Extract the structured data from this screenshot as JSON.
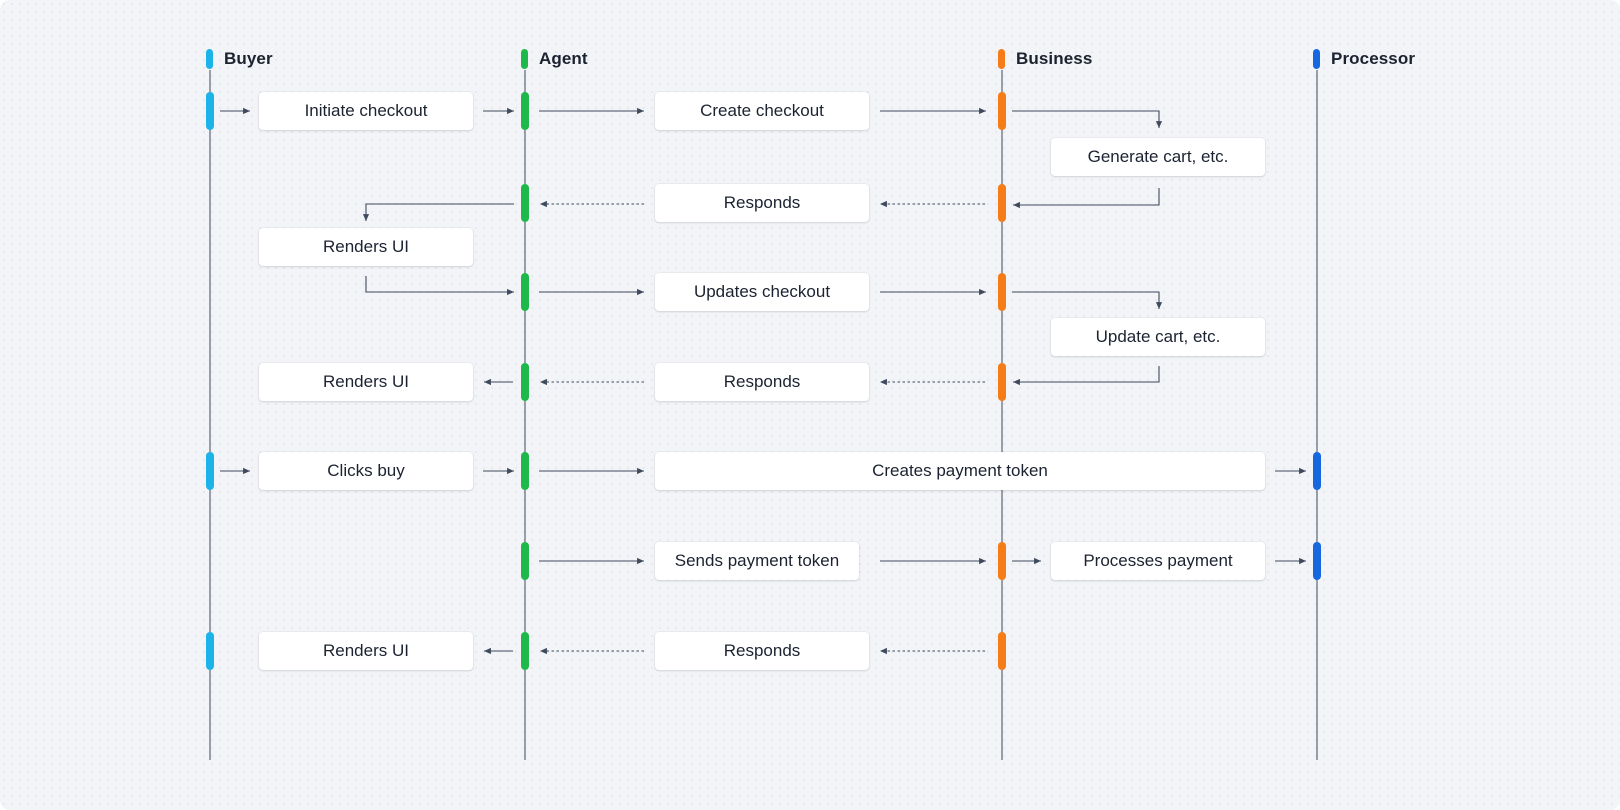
{
  "colors": {
    "buyer": "#1cb4e8",
    "agent": "#1fb84a",
    "business": "#f57c16",
    "processor": "#1668e0",
    "line": "#3f4a5c"
  },
  "participants": {
    "buyer": "Buyer",
    "agent": "Agent",
    "business": "Business",
    "processor": "Processor"
  },
  "steps": {
    "initiate_checkout": "Initiate checkout",
    "create_checkout": "Create checkout",
    "generate_cart": "Generate cart, etc.",
    "responds_1": "Responds",
    "renders_ui_1": "Renders UI",
    "updates_checkout": "Updates checkout",
    "update_cart": "Update cart, etc.",
    "renders_ui_2": "Renders UI",
    "responds_2": "Responds",
    "clicks_buy": "Clicks buy",
    "creates_payment_token": "Creates payment token",
    "sends_payment_token": "Sends payment token",
    "processes_payment": "Processes payment",
    "renders_ui_3": "Renders UI",
    "responds_3": "Responds"
  }
}
